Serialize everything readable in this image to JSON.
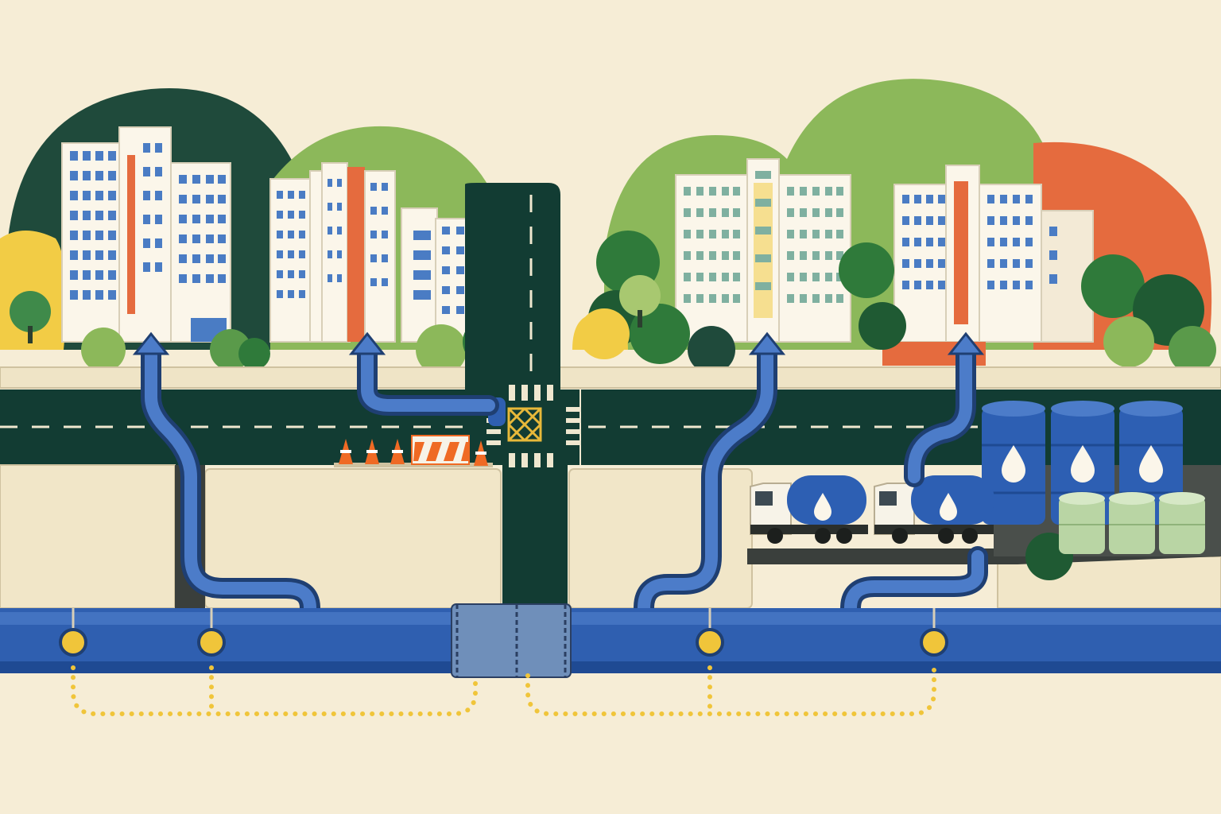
{
  "palette": {
    "background": "#f6edd6",
    "road": "#123c33",
    "road_marking": "#efe7cf",
    "sidewalk": "#efe4c6",
    "pipe_blue": "#2f5fb0",
    "pipe_blue_light": "#4c7cc9",
    "repair_sleeve": "#6f8fba",
    "sensor_yellow": "#f0c53a",
    "building_white": "#fbf6ea",
    "window_blue": "#4a7cc4",
    "accent_orange": "#e56b3e",
    "accent_yellow": "#f2cc45",
    "hill_dark_green": "#1f4a3b",
    "hill_mid_green": "#8cb85a",
    "hill_light_green": "#a8c870",
    "tree_green": "#2f7a3a",
    "tank_blue": "#2d5fb3",
    "tank_green": "#b9d5a4",
    "truck_cab": "#f7f3e8",
    "cone_orange": "#ef6a24"
  },
  "icons": {
    "flow_arrow": "up-arrow-icon",
    "tank_drop": "water-drop-icon",
    "barrier": "construction-barrier-icon",
    "cone": "traffic-cone-icon",
    "sensor": "sensor-node-icon"
  },
  "scene": {
    "building_groups": [
      {
        "name": "left-block-a",
        "served_by_pipe": true
      },
      {
        "name": "left-block-b",
        "served_by_pipe": true
      },
      {
        "name": "right-block-a",
        "served_by_pipe": true
      },
      {
        "name": "right-block-b",
        "served_by_pipe": true
      }
    ],
    "water_trucks": 2,
    "large_tanks": 3,
    "small_tanks": 3,
    "traffic_cones": 4,
    "barriers": 1,
    "pipe_sensors": 4,
    "repair_sleeves": 1
  }
}
